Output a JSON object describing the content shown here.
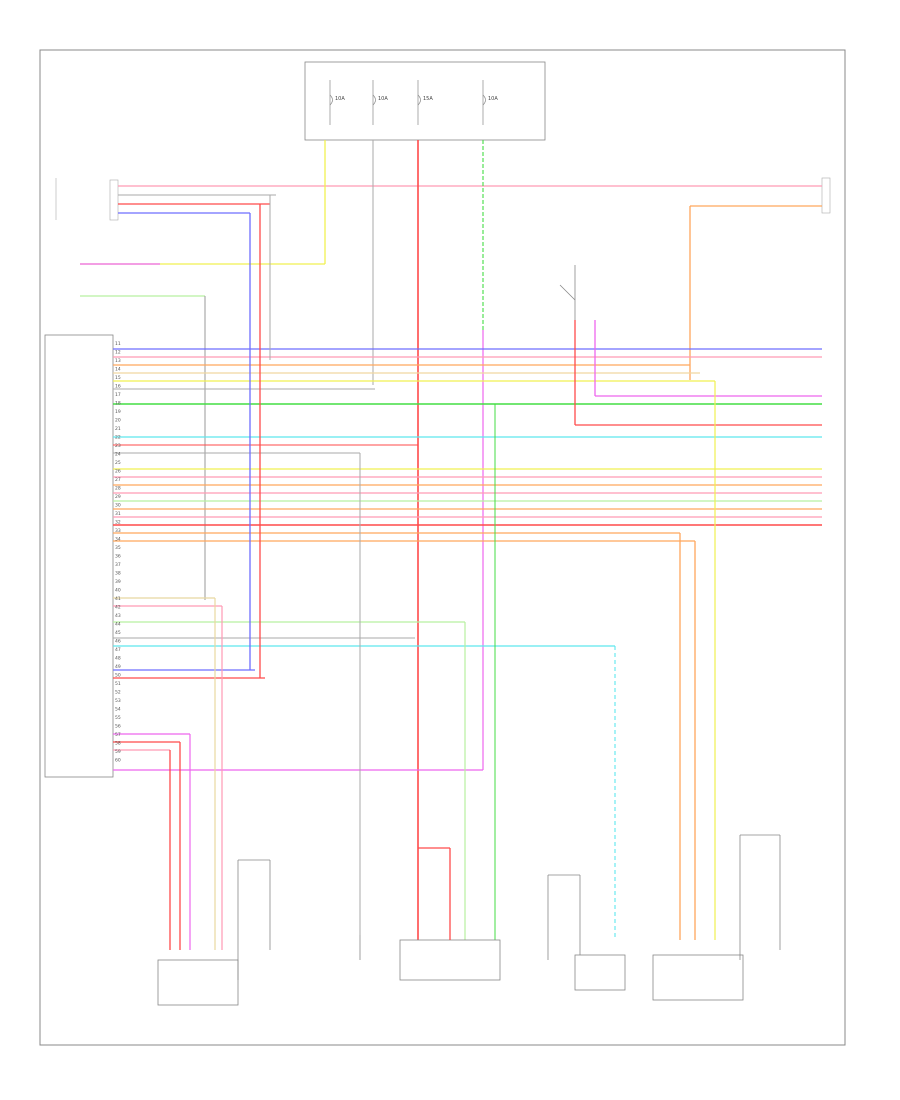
{
  "ecu": {
    "pins": [
      "11",
      "12",
      "13",
      "14",
      "15",
      "16",
      "17",
      "18",
      "19",
      "20",
      "21",
      "22",
      "23",
      "24",
      "25",
      "26",
      "27",
      "28",
      "29",
      "30",
      "31",
      "32",
      "33",
      "34",
      "35",
      "36",
      "37",
      "38",
      "39",
      "40",
      "41",
      "42",
      "43",
      "44",
      "45",
      "46",
      "47",
      "48",
      "49",
      "50",
      "51",
      "52",
      "53",
      "54",
      "55",
      "56",
      "57",
      "58",
      "59",
      "60"
    ]
  },
  "fuses": [
    {
      "rating": "10A"
    },
    {
      "rating": "10A"
    },
    {
      "rating": "15A"
    },
    {
      "rating": "10A"
    }
  ],
  "colors": {
    "red": "#ff4a4a",
    "pink": "#ff9ab5",
    "blue": "#6d6dff",
    "green": "#44dd44",
    "cyan": "#5ee6ee",
    "yellow": "#f0f050",
    "orange": "#ffa65c",
    "violet": "#ee66ee",
    "lightgreen": "#b8f0a0",
    "tan": "#e8d8a0",
    "gray": "#999999"
  }
}
